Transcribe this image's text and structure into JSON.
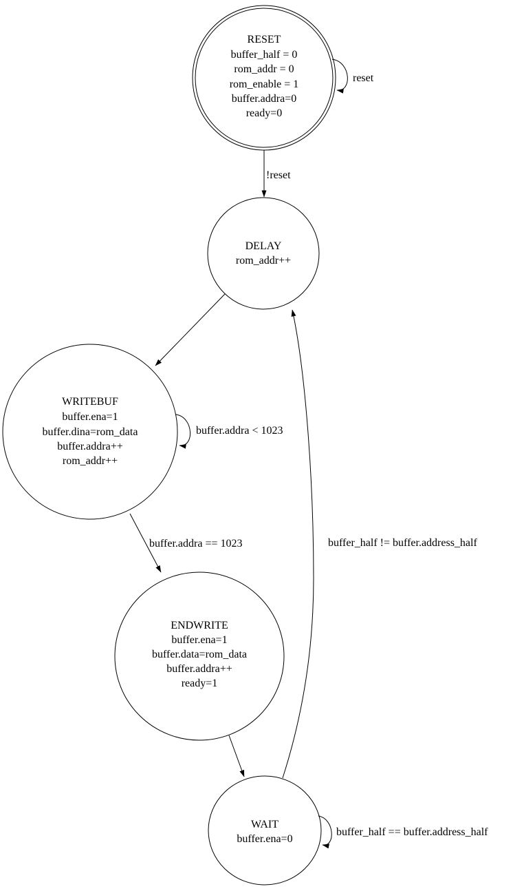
{
  "diagram": {
    "type": "state-machine",
    "background_color": "#ffffff",
    "stroke_color": "#000000",
    "text_color": "#000000",
    "states": [
      {
        "id": "RESET",
        "name": "RESET",
        "shape": "doublecircle",
        "actions": [
          "buffer_half = 0",
          "rom_addr = 0",
          "rom_enable = 1",
          "buffer.addra=0",
          "ready=0"
        ]
      },
      {
        "id": "DELAY",
        "name": "DELAY",
        "shape": "circle",
        "actions": [
          "rom_addr++"
        ]
      },
      {
        "id": "WRITEBUF",
        "name": "WRITEBUF",
        "shape": "circle",
        "actions": [
          "buffer.ena=1",
          "buffer.dina=rom_data",
          "buffer.addra++",
          "rom_addr++"
        ]
      },
      {
        "id": "ENDWRITE",
        "name": "ENDWRITE",
        "shape": "circle",
        "actions": [
          "buffer.ena=1",
          "buffer.data=rom_data",
          "buffer.addra++",
          "ready=1"
        ]
      },
      {
        "id": "WAIT",
        "name": "WAIT",
        "shape": "circle",
        "actions": [
          "buffer.ena=0"
        ]
      }
    ],
    "transitions": [
      {
        "from": "RESET",
        "to": "RESET",
        "label": "reset"
      },
      {
        "from": "RESET",
        "to": "DELAY",
        "label": "!reset"
      },
      {
        "from": "DELAY",
        "to": "WRITEBUF",
        "label": ""
      },
      {
        "from": "WRITEBUF",
        "to": "WRITEBUF",
        "label": "buffer.addra < 1023"
      },
      {
        "from": "WRITEBUF",
        "to": "ENDWRITE",
        "label": "buffer.addra == 1023"
      },
      {
        "from": "ENDWRITE",
        "to": "WAIT",
        "label": ""
      },
      {
        "from": "WAIT",
        "to": "WAIT",
        "label": "buffer_half == buffer.address_half"
      },
      {
        "from": "WAIT",
        "to": "DELAY",
        "label": "buffer_half != buffer.address_half"
      }
    ]
  }
}
